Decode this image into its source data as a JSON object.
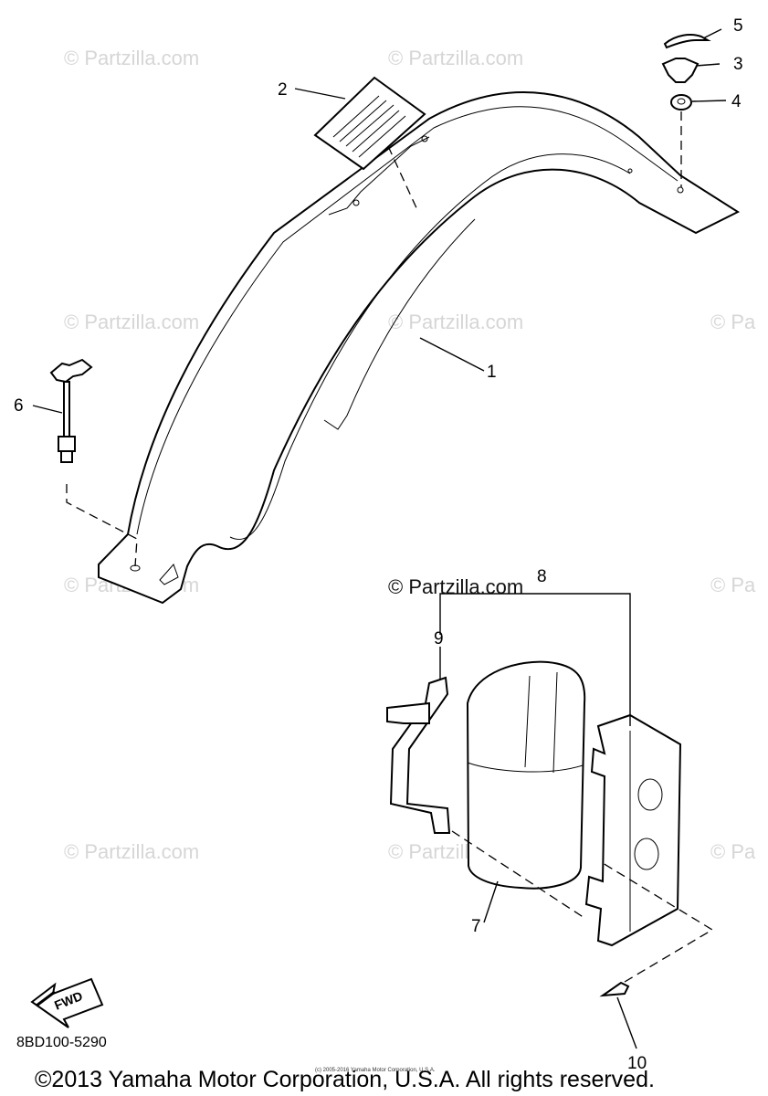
{
  "watermark_text": "© Partzilla.com",
  "watermark_partial": "© Pa",
  "callouts": {
    "p1": "1",
    "p2": "2",
    "p3": "3",
    "p4": "4",
    "p5": "5",
    "p6": "6",
    "p7": "7",
    "p8": "8",
    "p9": "9",
    "p10": "10"
  },
  "fwd_label": "FWD",
  "diagram_code": "8BD100-5290",
  "small_copyright": "(c) 2005-2016 Yamaha Motor Corporation, U.S.A.",
  "footer_copyright": "©2013 Yamaha Motor Corporation, U.S.A. All rights reserved."
}
